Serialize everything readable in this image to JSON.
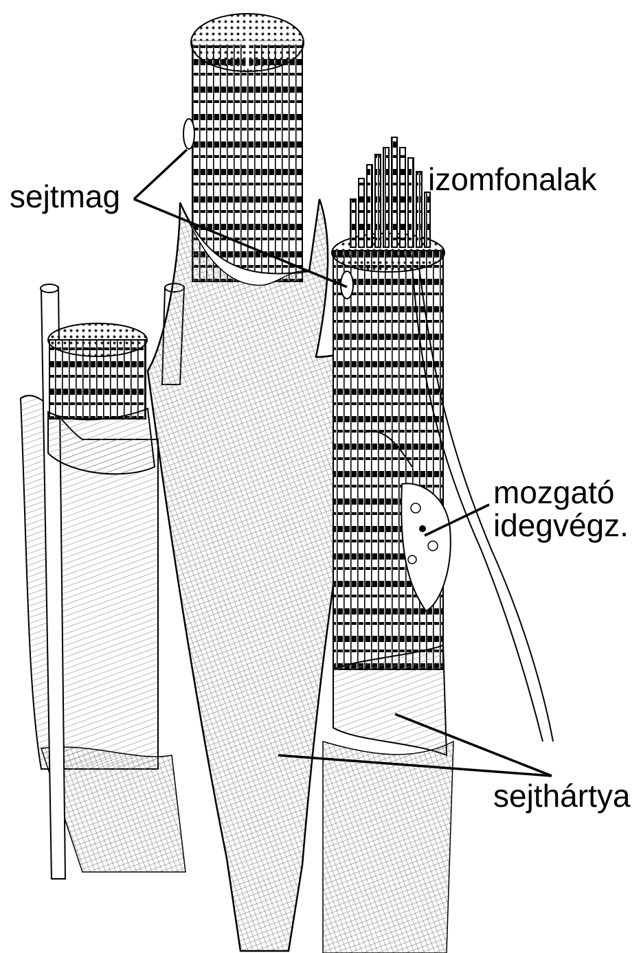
{
  "labels": {
    "sejtmag": "sejtmag",
    "izomfonalak": "izomfonalak",
    "mozgato_line1": "mozgató",
    "mozgato_line2": "idegvégz.",
    "sejthartya": "sejthártya"
  },
  "colors": {
    "ink": "#000000",
    "paper": "#ffffff",
    "hatch": "#555555"
  }
}
